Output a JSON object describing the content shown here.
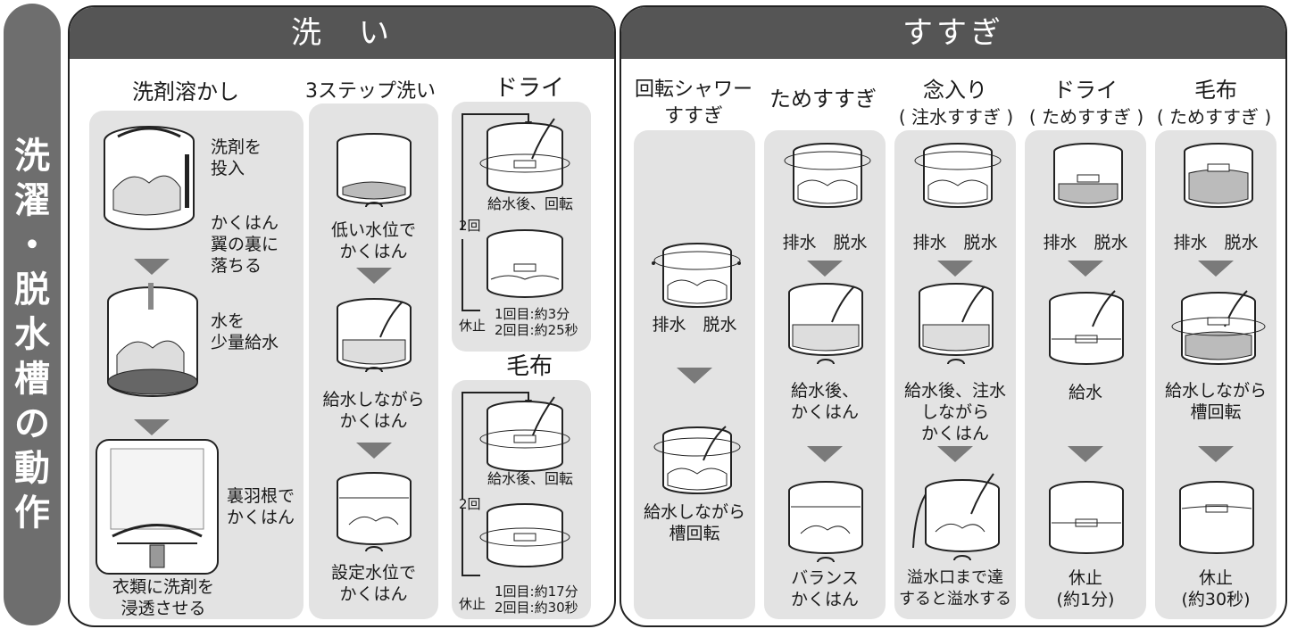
{
  "side_label": [
    "洗",
    "濯",
    "・",
    "脱",
    "水",
    "槽",
    "の",
    "動",
    "作"
  ],
  "wash": {
    "header": "洗　い",
    "detergent": {
      "title": "洗剤溶かし",
      "step1": [
        "洗剤を",
        "投入"
      ],
      "step2": [
        "かくはん",
        "翼の裏に",
        "落ちる"
      ],
      "step3": [
        "水を",
        "少量給水"
      ],
      "step4": [
        "裏羽根で",
        "かくはん"
      ],
      "step5": [
        "衣類に洗剤を",
        "浸透させる"
      ]
    },
    "three_step": {
      "title": "3ステップ洗い",
      "step1": [
        "低い水位で",
        "かくはん"
      ],
      "step2": [
        "給水しながら",
        "かくはん"
      ],
      "step3": [
        "設定水位で",
        "かくはん"
      ]
    },
    "dry": {
      "title": "ドライ",
      "step1": "給水後、回転",
      "repeat": "2回",
      "pause": "休止",
      "times": [
        "1回目:約3分",
        "2回目:約25秒"
      ]
    },
    "blanket": {
      "title": "毛布",
      "step1": "給水後、回転",
      "repeat": "2回",
      "pause": "休止",
      "times": [
        "1回目:約17分",
        "2回目:約30秒"
      ]
    }
  },
  "rinse": {
    "header": "すすぎ",
    "shower": {
      "title": [
        "回転シャワー",
        "すすぎ"
      ],
      "drain": "排水　脱水",
      "step2": [
        "給水しながら",
        "槽回転"
      ]
    },
    "tame": {
      "title": "ためすすぎ",
      "drain": "排水　脱水",
      "step2": [
        "給水後、",
        "かくはん"
      ],
      "step3": [
        "バランス",
        "かくはん"
      ]
    },
    "nenire": {
      "title": "念入り",
      "sub": "( 注水すすぎ )",
      "drain": "排水　脱水",
      "step2": [
        "給水後、注水",
        "しながら",
        "かくはん"
      ],
      "step3": [
        "溢水口まで達",
        "すると溢水する"
      ]
    },
    "dry": {
      "title": "ドライ",
      "sub": "( ためすすぎ )",
      "drain": "排水　脱水",
      "step2": "給水",
      "step3": [
        "休止",
        "(約1分)"
      ]
    },
    "blanket": {
      "title": "毛布",
      "sub": "( ためすすぎ )",
      "drain": "排水　脱水",
      "step2": [
        "給水しながら",
        "槽回転"
      ],
      "step3": [
        "休止",
        "(約30秒)"
      ]
    }
  }
}
